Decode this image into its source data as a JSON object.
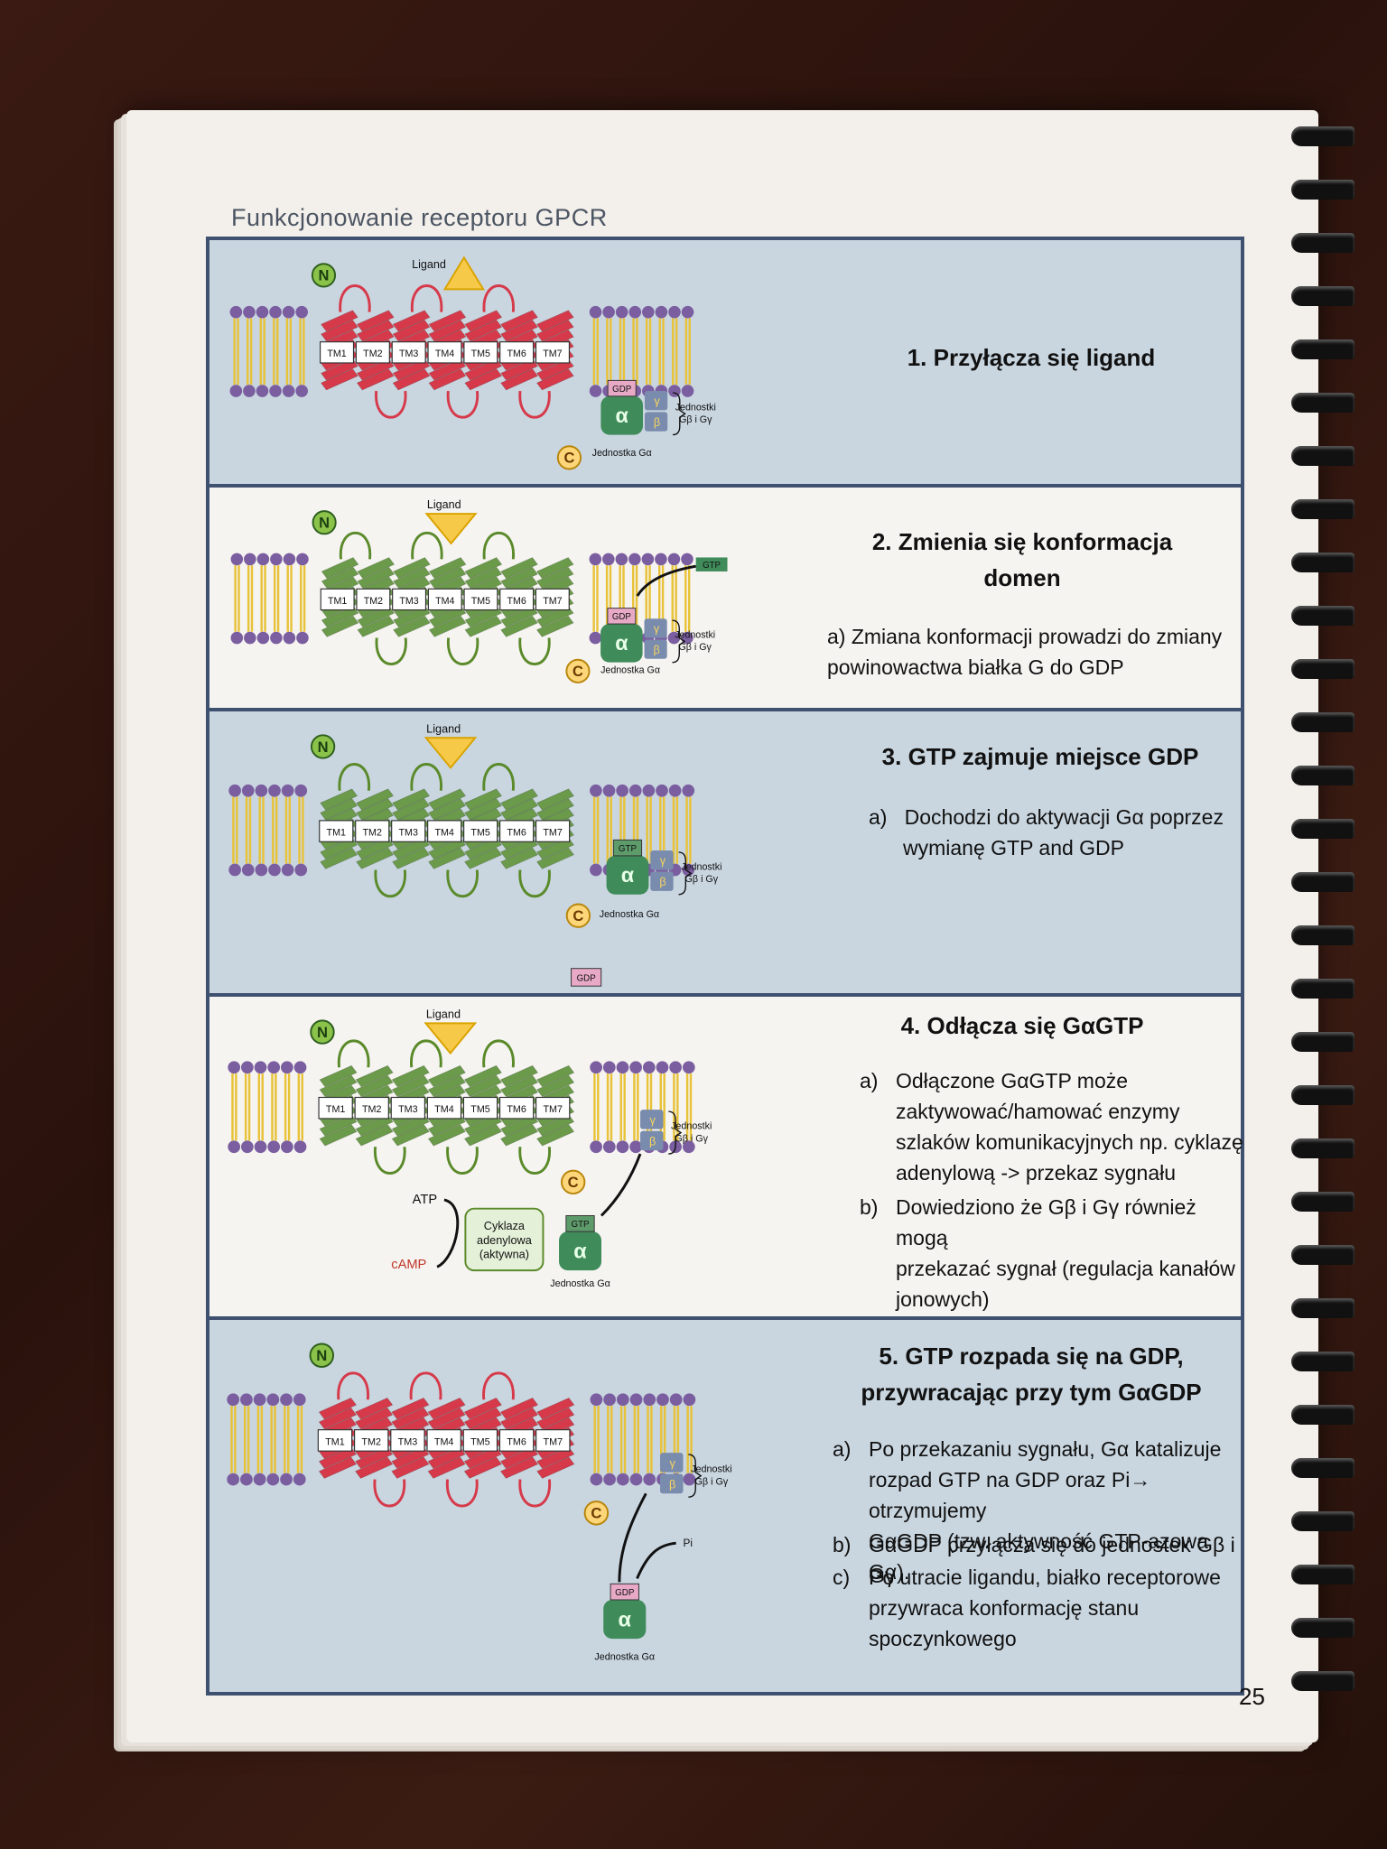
{
  "page_title": "Funkcjonowanie receptoru GPCR",
  "page_number": "25",
  "labels": {
    "ligand": "Ligand",
    "n": "N",
    "c": "C",
    "tm": [
      "TM1",
      "TM2",
      "TM3",
      "TM4",
      "TM5",
      "TM6",
      "TM7"
    ],
    "gdp": "GDP",
    "gtp": "GTP",
    "alpha": "α",
    "gamma": "γ",
    "beta": "β",
    "jednostki_1": "Jednostki",
    "jednostki_2": "Gβ i Gγ",
    "jednostka_ga": "Jednostka Gα",
    "atp": "ATP",
    "camp": "cAMP",
    "cyklaza_1": "Cyklaza",
    "cyklaza_2": "adenylowa",
    "cyklaza_3": "(aktywna)",
    "pi": "Pi"
  },
  "steps": [
    {
      "heading": "1.  Przyłącza się ligand",
      "points": []
    },
    {
      "heading_1": "2. Zmienia się konformacja",
      "heading_2": "domen",
      "points": [
        {
          "marker": "a)",
          "text_1": "Zmiana konformacji prowadzi do zmiany",
          "text_2": "powinowactwa białka G do GDP"
        }
      ]
    },
    {
      "heading": "3. GTP zajmuje miejsce GDP",
      "points": [
        {
          "marker": "a)",
          "text_1": "Dochodzi do aktywacji Gα poprzez",
          "text_2": "wymianę GTP and GDP"
        }
      ]
    },
    {
      "heading": "4.  Odłącza się GαGTP",
      "points": [
        {
          "marker": "a)",
          "lines": [
            "Odłączone GαGTP może",
            "zaktywować/hamować enzymy",
            "szlaków komunikacyjnych np. cyklazę",
            "adenylową -> przekaz sygnału"
          ]
        },
        {
          "marker": "b)",
          "lines": [
            "Dowiedziono że Gβ i Gγ również mogą",
            "przekazać sygnał (regulacja kanałów",
            "jonowych)"
          ]
        }
      ]
    },
    {
      "heading_1": "5. GTP rozpada się na GDP,",
      "heading_2": "przywracając przy tym GαGDP",
      "points": [
        {
          "marker": "a)",
          "lines": [
            "Po przekazaniu sygnału,  Gα katalizuje",
            "rozpad GTP na GDP oraz Pi→ otrzymujemy",
            "GαGDP (tzw. aktywność GTP-azowa Gα)."
          ]
        },
        {
          "marker": "b)",
          "lines": [
            "GαGDP przyłącza się do jednostek  Gβ i Gγ"
          ]
        },
        {
          "marker": "c)",
          "lines": [
            "Po utracie ligandu, białko receptorowe",
            "przywraca konformację stanu",
            "spoczynkowego"
          ]
        }
      ]
    }
  ],
  "colors": {
    "panel_blue": "#c9d6e0",
    "panel_border": "#3f5170",
    "receptor_inactive": "#d63a4a",
    "receptor_active": "#6a9a4a",
    "alpha_green": "#3f8b5a",
    "lipid_head": "#7b5ea0",
    "lipid_tail": "#e8c238"
  }
}
